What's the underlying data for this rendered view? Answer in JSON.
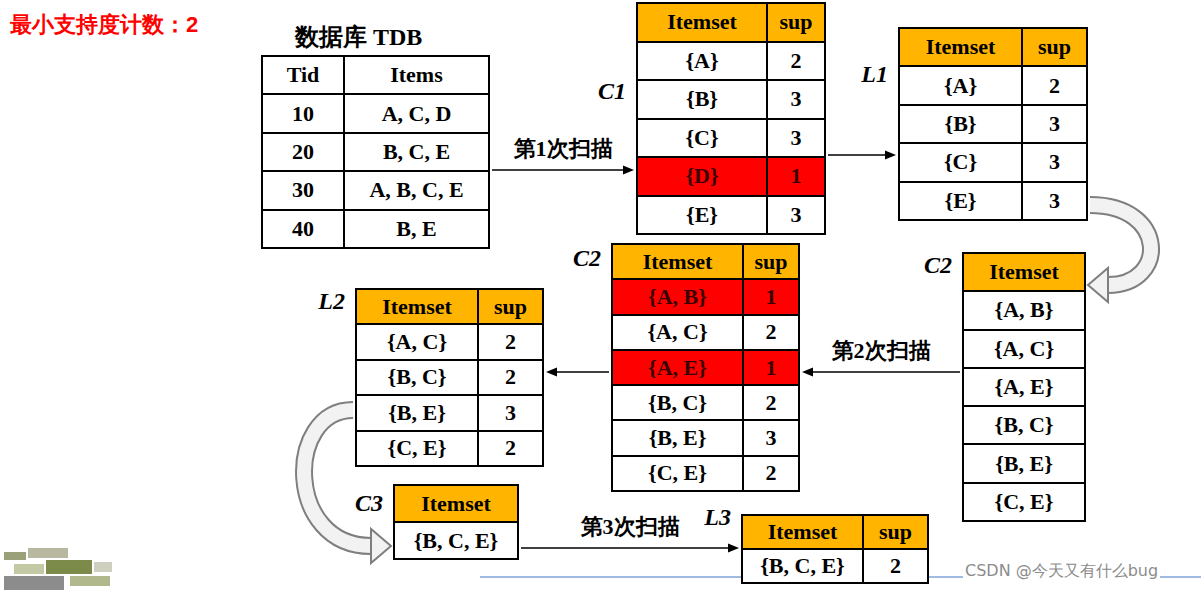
{
  "diagram": {
    "nodes": [
      {
        "text": [
          "数据库 TDB",
          "Tid",
          "Items",
          "10",
          "A, C, D",
          "20",
          "B, C, E",
          "30",
          "A, B, C, E",
          "40",
          "B, E"
        ]
      },
      {
        "text": [
          "C1",
          "Itemset",
          "sup",
          "{A}",
          "2",
          "{B}",
          "3",
          "{C}",
          "3",
          "{D}",
          "1",
          "{E}",
          "3"
        ]
      },
      {
        "text": [
          "L1",
          "Itemset",
          "sup",
          "{A}",
          "2",
          "{B}",
          "3",
          "{C}",
          "3",
          "{E}",
          "3"
        ]
      },
      {
        "text": [
          "C2",
          "Itemset",
          "{A, B}",
          "{A, C}",
          "{A, E}",
          "{B, C}",
          "{B, E}",
          "{C, E}"
        ]
      },
      {
        "text": [
          "C2",
          "Itemset",
          "sup",
          "{A, B}",
          "1",
          "{A, C}",
          "2",
          "{A, E}",
          "1",
          "{B, C}",
          "2",
          "{B, E}",
          "3",
          "{C, E}",
          "2"
        ]
      },
      {
        "text": [
          "L2",
          "Itemset",
          "sup",
          "{A, C}",
          "2",
          "{B, C}",
          "2",
          "{B, E}",
          "3",
          "{C, E}",
          "2"
        ]
      },
      {
        "text": [
          "C3",
          "Itemset",
          "{B, C, E}"
        ]
      },
      {
        "text": [
          "L3",
          "Itemset",
          "sup",
          "{B, C, E}",
          "2"
        ]
      }
    ],
    "edges": [
      {
        "from": 0,
        "to": 1,
        "arrow": "to",
        "label": "第1次扫描"
      },
      {
        "from": 1,
        "to": 2,
        "arrow": "to"
      },
      {
        "from": 2,
        "to": 3,
        "arrow": "to"
      },
      {
        "from": 3,
        "to": 4,
        "arrow": "to",
        "label": "第2次扫描"
      },
      {
        "from": 4,
        "to": 5,
        "arrow": "to"
      },
      {
        "from": 5,
        "to": 6,
        "arrow": "to"
      },
      {
        "from": 6,
        "to": 7,
        "arrow": "to",
        "label": "第3次扫描"
      }
    ],
    "labels": [
      "最小支持度计数：2",
      "CSDN @今天又有什么bug"
    ]
  }
}
